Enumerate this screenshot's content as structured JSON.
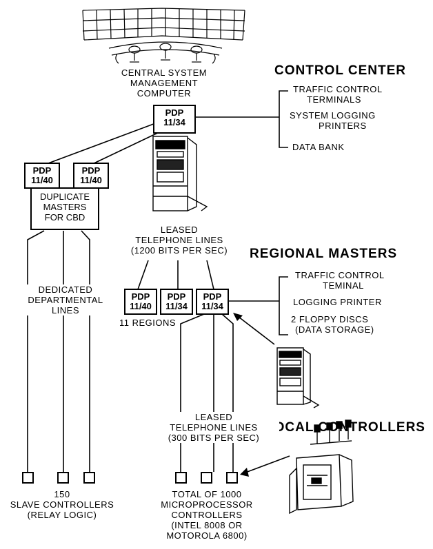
{
  "control_center": {
    "heading": "CONTROL CENTER",
    "computer_label": [
      "CENTRAL SYSTEM",
      "MANAGEMENT",
      "COMPUTER"
    ],
    "main_box": [
      "PDP",
      "11/34"
    ],
    "outputs": [
      "TRAFFIC CONTROL TERMINALS",
      "SYSTEM LOGGING PRINTERS",
      "DATA BANK"
    ]
  },
  "cbd": {
    "box_a": [
      "PDP",
      "11/40"
    ],
    "box_b": [
      "PDP",
      "11/40"
    ],
    "label": [
      "DUPLICATE",
      "MASTERS",
      "FOR CBD"
    ],
    "lines_label": [
      "DEDICATED",
      "DEPARTMENTAL",
      "LINES"
    ],
    "slaves_label": [
      "150",
      "SLAVE CONTROLLERS",
      "(RELAY LOGIC)"
    ]
  },
  "leased_high": [
    "LEASED",
    "TELEPHONE LINES",
    "(1200 BITS PER SEC)"
  ],
  "regional": {
    "heading": "REGIONAL MASTERS",
    "boxes": [
      [
        "PDP",
        "11/40"
      ],
      [
        "PDP",
        "11/34"
      ],
      [
        "PDP",
        "11/34"
      ]
    ],
    "regions_label": "11 REGIONS",
    "outputs": [
      "TRAFFIC CONTROL TEMINAL",
      "LOGGING PRINTER",
      "2 FLOPPY DISCS (DATA STORAGE)"
    ]
  },
  "leased_low": [
    "LEASED",
    "TELEPHONE LINES",
    "(300 BITS PER SEC)"
  ],
  "local": {
    "heading": "LOCAL CONTROLLERS",
    "label": [
      "TOTAL OF 1000",
      "MICROPROCESSOR",
      "CONTROLLERS",
      "(INTEL 8008 OR",
      "MOTOROLA 6800)"
    ]
  },
  "icons": [
    "control-room-icon",
    "cabinet-icon",
    "controller-cabinet-icon",
    "signal-heads-icon"
  ]
}
